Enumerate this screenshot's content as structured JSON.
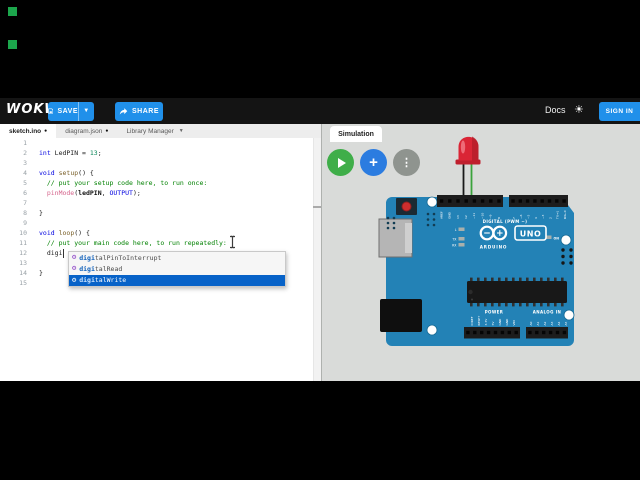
{
  "header": {
    "logo": "WOKWI",
    "save_label": "SAVE",
    "share_label": "SHARE",
    "docs_label": "Docs",
    "sign_in_label": "SIGN IN",
    "accent_color": "#2090ea"
  },
  "tabs": [
    {
      "label": "sketch.ino",
      "modified": true,
      "active": true
    },
    {
      "label": "diagram.json",
      "modified": true,
      "active": false
    },
    {
      "label": "Library Manager",
      "dropdown": true,
      "active": false
    }
  ],
  "editor": {
    "lines": [
      {
        "n": 1,
        "segs": []
      },
      {
        "n": 2,
        "segs": [
          {
            "t": "int ",
            "c": "kw"
          },
          {
            "t": "LedPIN",
            "c": "pl"
          },
          {
            "t": " = ",
            "c": "pl"
          },
          {
            "t": "13",
            "c": "num"
          },
          {
            "t": ";",
            "c": "pl"
          }
        ]
      },
      {
        "n": 3,
        "segs": []
      },
      {
        "n": 4,
        "segs": [
          {
            "t": "void ",
            "c": "kw"
          },
          {
            "t": "setup",
            "c": "fn"
          },
          {
            "t": "() {",
            "c": "pl"
          }
        ]
      },
      {
        "n": 5,
        "segs": [
          {
            "t": "  ",
            "c": "pl"
          },
          {
            "t": "// put your setup code here, to run once:",
            "c": "cmt"
          }
        ]
      },
      {
        "n": 6,
        "segs": [
          {
            "t": "  ",
            "c": "pl"
          },
          {
            "t": "pinMode",
            "c": "call"
          },
          {
            "t": "(",
            "c": "pl"
          },
          {
            "t": "ledPIN",
            "c": "arg"
          },
          {
            "t": ", ",
            "c": "pl"
          },
          {
            "t": "OUTPUT",
            "c": "const"
          },
          {
            "t": ");",
            "c": "pl"
          }
        ]
      },
      {
        "n": 7,
        "segs": []
      },
      {
        "n": 8,
        "segs": [
          {
            "t": "}",
            "c": "pl"
          }
        ]
      },
      {
        "n": 9,
        "segs": []
      },
      {
        "n": 10,
        "segs": [
          {
            "t": "void ",
            "c": "kw"
          },
          {
            "t": "loop",
            "c": "fn"
          },
          {
            "t": "() {",
            "c": "pl"
          }
        ]
      },
      {
        "n": 11,
        "segs": [
          {
            "t": "  ",
            "c": "pl"
          },
          {
            "t": "// put your main code here, to run repeatedly:",
            "c": "cmt"
          }
        ]
      },
      {
        "n": 12,
        "segs": [
          {
            "t": "  digi",
            "c": "pl"
          }
        ]
      },
      {
        "n": 13,
        "segs": []
      },
      {
        "n": 14,
        "segs": [
          {
            "t": "}",
            "c": "pl"
          }
        ]
      },
      {
        "n": 15,
        "segs": []
      }
    ]
  },
  "suggest": {
    "match": "digi",
    "icon_glyph": "⚙",
    "items": [
      {
        "label": "digitalPinToInterrupt",
        "selected": false
      },
      {
        "label": "digitalRead",
        "selected": false
      },
      {
        "label": "digitalWrite",
        "selected": true
      }
    ]
  },
  "simulation": {
    "tab_label": "Simulation",
    "play_glyph": "▶",
    "add_glyph": "+",
    "menu_glyph": "⋮"
  },
  "board": {
    "model": "UNO",
    "brand": "ARDUINO",
    "digital_label": "DIGITAL (PWM ~)",
    "top_pins_left": [
      "AREF",
      "GND",
      "13",
      "12",
      "~11",
      "~10",
      "~9",
      "8"
    ],
    "top_pins_right": [
      "7",
      "~6",
      "~5",
      "4",
      "~3",
      "2",
      "TX→1",
      "RX←0"
    ],
    "power_label": "POWER",
    "power_pins": [
      "IOREF",
      "RESET",
      "3.3V",
      "5V",
      "GND",
      "GND",
      "VIN"
    ],
    "analog_label": "ANALOG IN",
    "analog_pins": [
      "A0",
      "A1",
      "A2",
      "A3",
      "A4",
      "A5"
    ],
    "status_leds": [
      "L",
      "TX",
      "RX"
    ],
    "on_label": "ON",
    "board_color": "#2382b6",
    "led_color": "#da2535",
    "wire_anode_color": "#3aa33c",
    "wire_cathode_color": "#191919"
  }
}
